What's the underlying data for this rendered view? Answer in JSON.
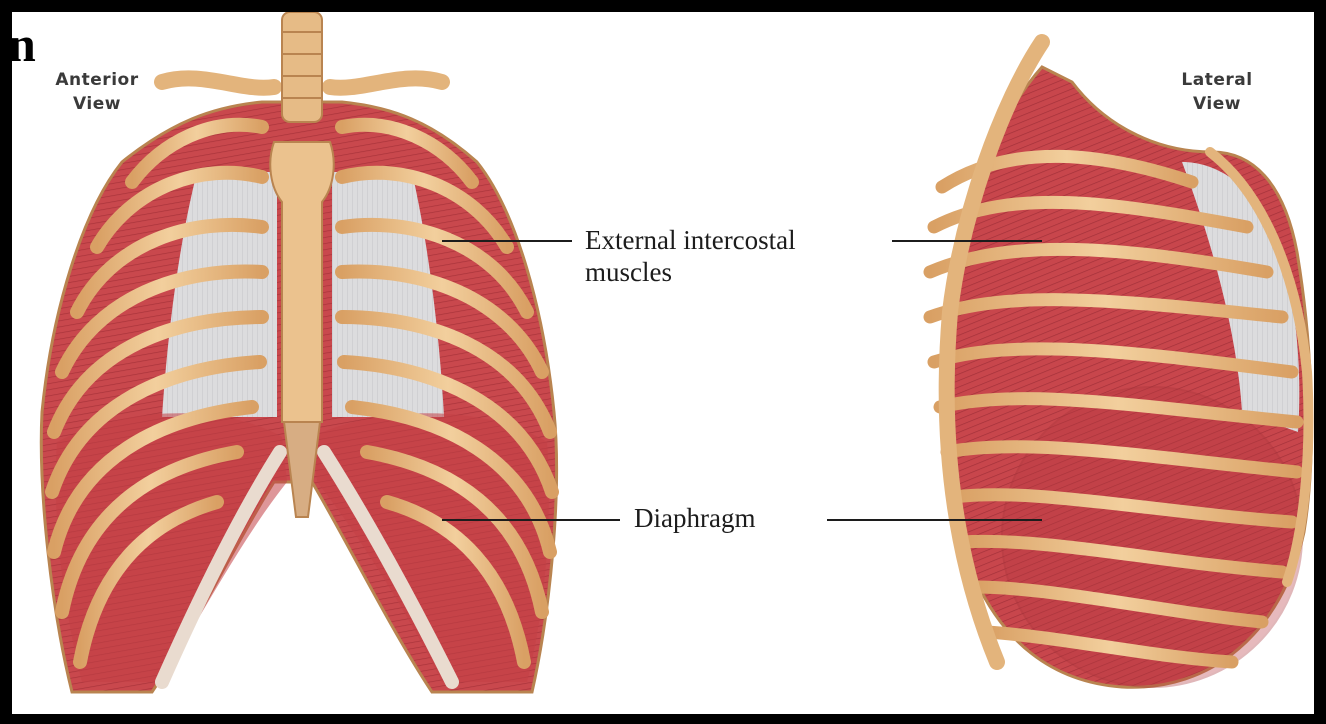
{
  "labels": {
    "anterior_view": [
      "Anterior",
      "View"
    ],
    "lateral_view": [
      "Lateral",
      "View"
    ],
    "external_intercostal": [
      "External intercostal",
      "muscles"
    ],
    "diaphragm": "Diaphragm",
    "cropped_glyph": "n"
  },
  "colors": {
    "frame": "#000000",
    "background": "#ffffff",
    "bone": "#e8b97f",
    "bone_dark": "#c98a4e",
    "muscle": "#c9484d",
    "muscle_dark": "#a8333a",
    "membrane": "#d9d9db",
    "leader_line": "#1c1c1c"
  },
  "icons": [
    "anterior-rib-cage-illustration",
    "lateral-rib-cage-illustration"
  ]
}
